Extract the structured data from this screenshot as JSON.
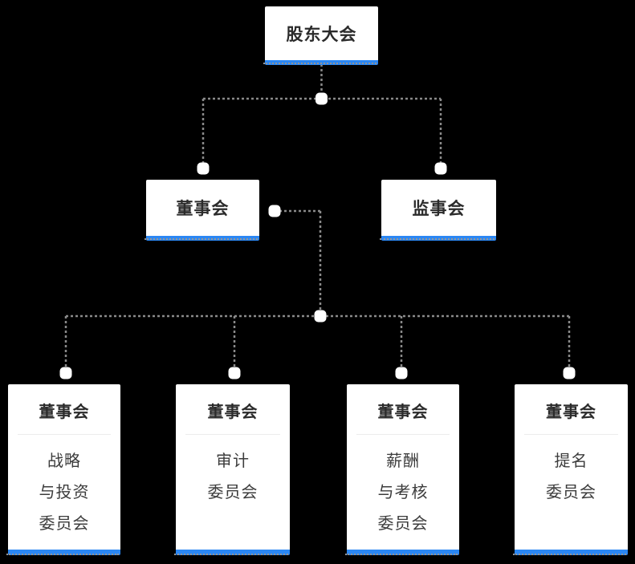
{
  "colors": {
    "background": "#000000",
    "card": "#ffffff",
    "accent_bar": "#2b87f3",
    "connector": "#8a8a8a",
    "header_text": "#2b2b2b",
    "item_text": "#3c3c3c"
  },
  "org_chart": {
    "root": {
      "label": "股东大会"
    },
    "level2": [
      {
        "label": "董事会"
      },
      {
        "label": "监事会"
      }
    ],
    "committees": [
      {
        "header": "董事会",
        "lines": [
          "战略",
          "与投资",
          "委员会"
        ]
      },
      {
        "header": "董事会",
        "lines": [
          "审计",
          "委员会"
        ]
      },
      {
        "header": "董事会",
        "lines": [
          "薪酬",
          "与考核",
          "委员会"
        ]
      },
      {
        "header": "董事会",
        "lines": [
          "提名",
          "委员会"
        ]
      }
    ]
  }
}
